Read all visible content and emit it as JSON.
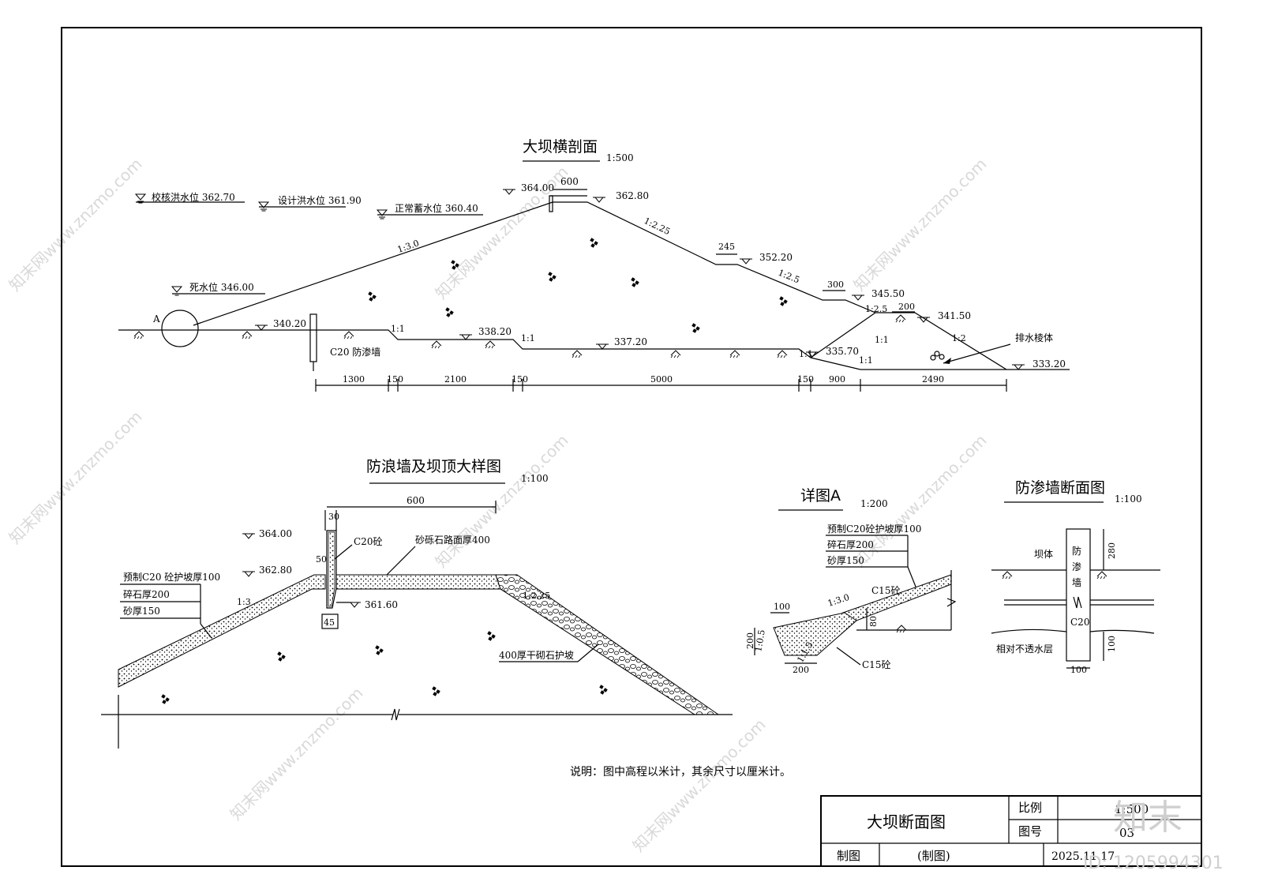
{
  "main_section": {
    "title": "大坝横剖面",
    "scale": "1:500",
    "levels": {
      "check_flood": "校核洪水位  362.70",
      "design_flood": "设计洪水位  361.90",
      "normal_storage": "正常蓄水位  360.40",
      "dead_water": "死水位    346.00"
    },
    "elevations": {
      "crest_up": "364.00",
      "crest_down": "362.80",
      "berm1": "352.20",
      "berm2": "345.50",
      "berm3": "341.50",
      "toe": "333.20",
      "ground_up": "340.20",
      "step1": "338.20",
      "step2": "337.20",
      "step3": "335.70"
    },
    "crest_width": "600",
    "berm_widths": [
      "245",
      "300",
      "200"
    ],
    "slopes": {
      "upstream": "1:3.0",
      "down1": "1:2.25",
      "down2": "1:2.5",
      "down3": "1:2.5",
      "drain": "1:2",
      "one": "1:1"
    },
    "detail_marker": "A",
    "cutoff_label": "C20 防渗墙",
    "drain_label": "排水棱体",
    "dimensions": [
      "1300",
      "150",
      "2100",
      "150",
      "5000",
      "150",
      "900",
      "2490"
    ]
  },
  "wave_wall": {
    "title": "防浪墙及坝顶大样图",
    "scale": "1:100",
    "width": "600",
    "wall_top": "30",
    "wall_mid": "50",
    "wall_base": "45",
    "concrete": "C20砼",
    "road": "砂砾石路面厚400",
    "elev_top": "364.00",
    "elev_crest": "362.80",
    "elev_inner": "361.60",
    "layers": [
      "预制C20 砼护坡厚100",
      "碎石厚200",
      "砂厚150"
    ],
    "slope_up": "1:3",
    "slope_down": "1:2.25",
    "riprap": "400厚干砌石护坡"
  },
  "detail_a": {
    "title": "详图A",
    "scale": "1:200",
    "layers": [
      "预制C20砼护坡厚100",
      "碎石厚200",
      "砂厚150"
    ],
    "c15_top": "C15砼",
    "c15_bottom": "C15砼",
    "slope": "1:3.0",
    "slope_toe": "1:0.5",
    "slope_back": "1:1.5",
    "dims": [
      "100",
      "200",
      "200",
      "80"
    ]
  },
  "cutoff_wall": {
    "title": "防渗墙断面图",
    "scale": "1:100",
    "dam_body": "坝体",
    "wall_chars": [
      "防",
      "渗",
      "墙"
    ],
    "concrete": "C20",
    "impermeable": "相对不透水层",
    "dims": [
      "280",
      "100",
      "100"
    ]
  },
  "note": "说明：图中高程以米计，其余尺寸以厘米计。",
  "title_block": {
    "drawing_name": "大坝断面图",
    "scale_label": "比例",
    "scale_value": "1:500",
    "number_label": "图号",
    "number_value": "03",
    "drawn_label": "制图",
    "drawn_value": "(制图)",
    "date": "2025.11.17"
  },
  "watermark": {
    "site": "知末网www.znzmo.com",
    "logo": "知末",
    "id": "ID: 1205994301"
  }
}
